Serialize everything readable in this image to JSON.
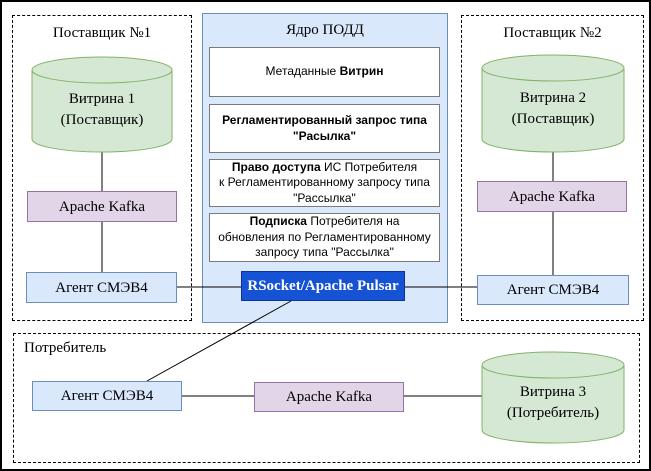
{
  "colors": {
    "datastore_fill": "#d5e8d4",
    "datastore_stroke": "#82b366",
    "kafka_fill": "#e1d5e7",
    "kafka_stroke": "#9673a6",
    "agent_fill": "#dae8fc",
    "agent_stroke": "#6c8ebf",
    "core_panel_fill": "#dae8fc",
    "core_panel_stroke": "#6c8ebf",
    "bus_fill": "#1652d4",
    "bus_stroke": "#0b33a0",
    "bus_text": "#ffffff"
  },
  "supplier1": {
    "title": "Поставщик №1",
    "datastore": {
      "line1": "Витрина 1",
      "line2": "(Поставщик)"
    },
    "kafka": "Apache Kafka",
    "agent": "Агент СМЭВ4"
  },
  "supplier2": {
    "title": "Поставщик №2",
    "datastore": {
      "line1": "Витрина 2",
      "line2": "(Поставщик)"
    },
    "kafka": "Apache Kafka",
    "agent": "Агент СМЭВ4"
  },
  "consumer": {
    "title": "Потребитель",
    "agent": "Агент СМЭВ4",
    "kafka": "Apache Kafka",
    "datastore": {
      "line1": "Витрина 3",
      "line2": "(Потребитель)"
    }
  },
  "core": {
    "title": "Ядро ПОДД",
    "boxes": [
      {
        "before": "Метаданные ",
        "bold": "Витрин",
        "after": ""
      },
      {
        "before": "",
        "bold": "Регламентированный запрос типа\n\"Расылка\"",
        "after": ""
      },
      {
        "before": "",
        "bold": "Право доступа",
        "after": " ИС Потребителя\nк Регламентированному запросу типа\n\"Рассылка\""
      },
      {
        "before": "",
        "bold": "Подписка",
        "after": " Потребителя на\nобновления по Регламентированному\nзапросу типа \"Рассылка\""
      }
    ],
    "bus": "RSocket/Apache Pulsar"
  }
}
